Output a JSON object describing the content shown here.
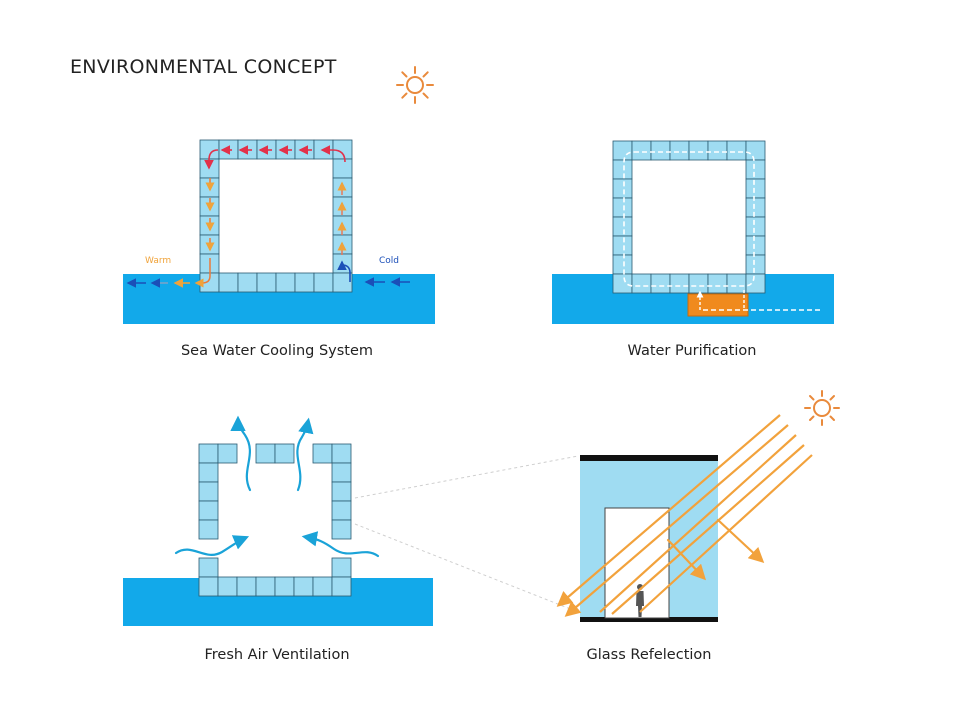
{
  "title": "ENVIRONMENTAL CONCEPT",
  "captions": {
    "sea_water_cooling": "Sea Water Cooling System",
    "water_purification": "Water Purification",
    "fresh_air": "Fresh Air Ventilation",
    "glass_reflection": "Glass Refelection"
  },
  "labels": {
    "warm": "Warm",
    "cold": "Cold"
  },
  "colors": {
    "sea": "#12a9ea",
    "tile": "#9fdcf2",
    "tile_stroke": "#2a5a70",
    "warm": "#f0a33a",
    "hot": "#e2314a",
    "cold": "#1b4fb8",
    "sun": "#e98a3c",
    "ray": "#f2a23c",
    "vent": "#1aa3d8",
    "filter": "#f08a1d",
    "frame": "#111111"
  },
  "icons": [
    "sun-icon",
    "person-icon"
  ]
}
